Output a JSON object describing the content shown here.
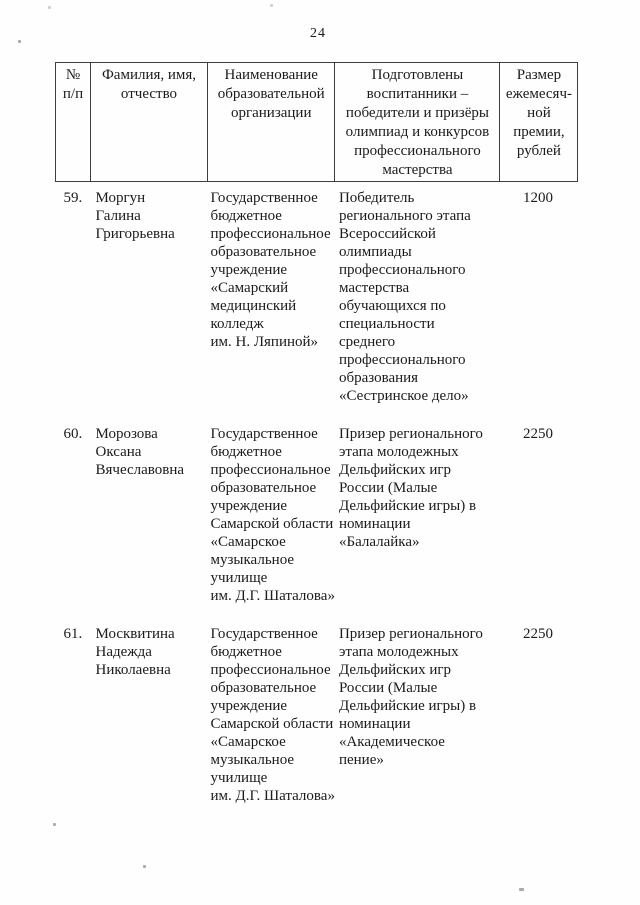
{
  "page": {
    "number": "24"
  },
  "table": {
    "columns": [
      {
        "id": "num",
        "label": "№\nп/п"
      },
      {
        "id": "name",
        "label": "Фамилия, имя,\nотчество"
      },
      {
        "id": "organization",
        "label": "Наименование\nобразовательной\nорганизации"
      },
      {
        "id": "achievement",
        "label": "Подготовлены\nвоспитанники –\nпобедители и призёры\nолимпиад и конкурсов\nпрофессионального\nмастерства"
      },
      {
        "id": "amount",
        "label": "Размер\nежемесяч-\nной\nпремии,\nрублей"
      }
    ],
    "rows": [
      {
        "num": "59.",
        "name": "Моргун\nГалина\nГригорьевна",
        "organization": "Государственное\nбюджетное\nпрофессиональное\nобразовательное\nучреждение\n«Самарский\nмедицинский\nколледж\nим. Н. Ляпиной»",
        "achievement": "Победитель\nрегионального этапа\nВсероссийской\nолимпиады\nпрофессионального\nмастерства\nобучающихся по\nспециальности\nсреднего\nпрофессионального\nобразования\n«Сестринское дело»",
        "amount": "1200"
      },
      {
        "num": "60.",
        "name": "Морозова\nОксана\nВячеславовна",
        "organization": "Государственное\nбюджетное\nпрофессиональное\nобразовательное\nучреждение\nСамарской области\n«Самарское\nмузыкальное\nучилище\nим. Д.Г. Шаталова»",
        "achievement": "Призер регионального\nэтапа молодежных\nДельфийских игр\nРоссии (Малые\nДельфийские игры) в\nноминации\n«Балалайка»",
        "amount": "2250"
      },
      {
        "num": "61.",
        "name": "Москвитина\nНадежда\nНиколаевна",
        "organization": "Государственное\nбюджетное\nпрофессиональное\nобразовательное\nучреждение\nСамарской области\n«Самарское\nмузыкальное\nучилище\nим. Д.Г. Шаталова»",
        "achievement": "Призер регионального\nэтапа молодежных\nДельфийских игр\nРоссии (Малые\nДельфийские игры) в\nноминации\n«Академическое\nпение»",
        "amount": "2250"
      }
    ]
  }
}
